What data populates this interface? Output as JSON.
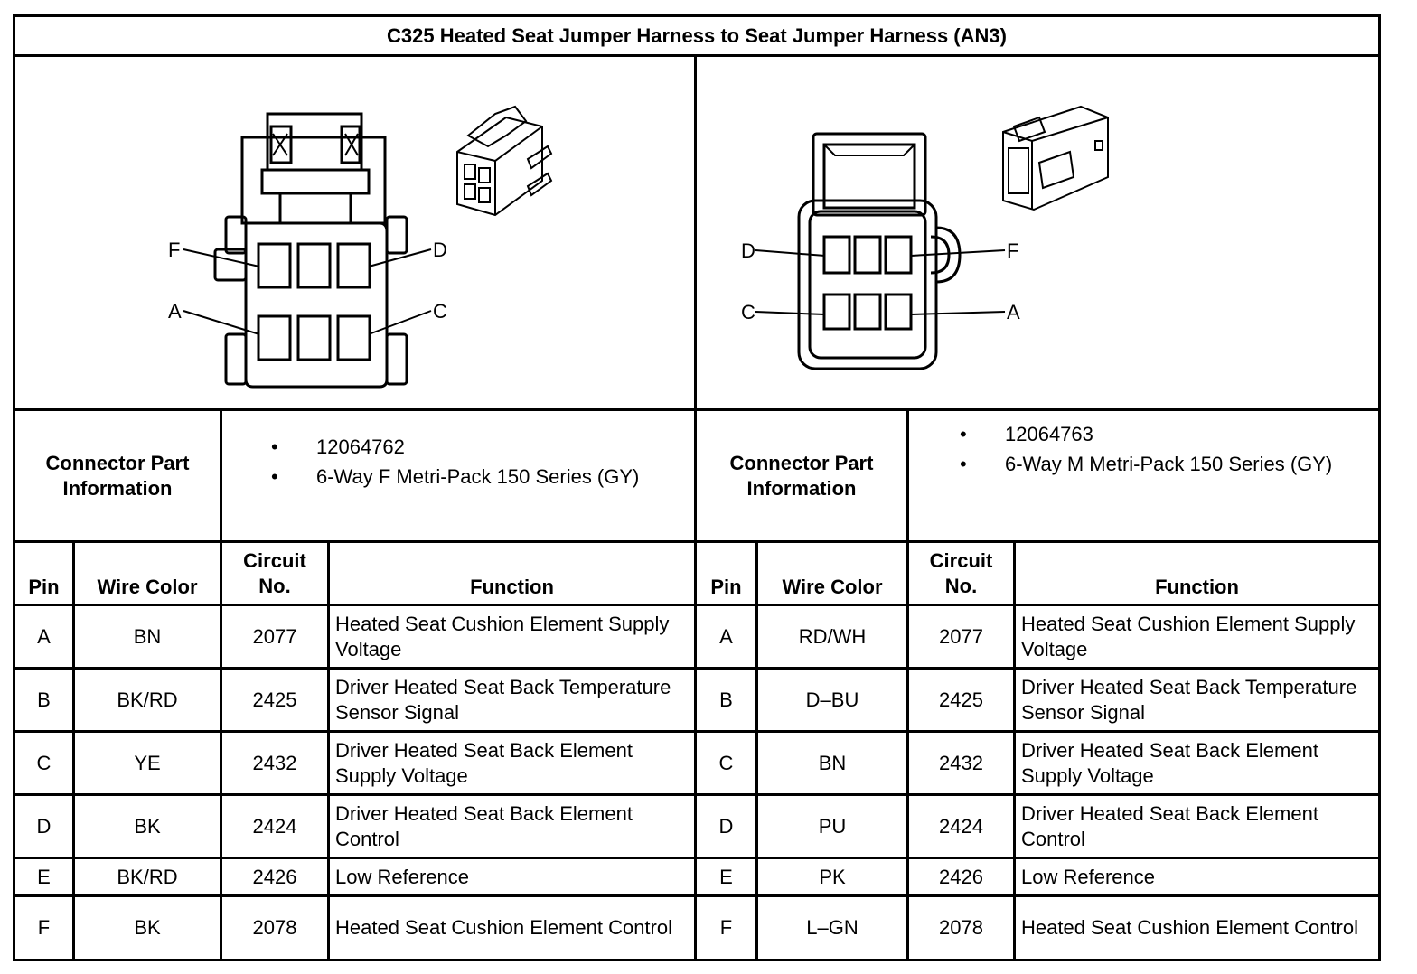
{
  "title": "C325 Heated Seat Jumper Harness to Seat Jumper Harness (AN3)",
  "left": {
    "part_label": "Connector Part Information",
    "part_items": [
      "12064762",
      "6-Way F Metri-Pack 150 Series (GY)"
    ],
    "pin_labels": {
      "top_left": "F",
      "top_right": "D",
      "bottom_left": "A",
      "bottom_right": "C"
    },
    "headers": {
      "pin": "Pin",
      "wire": "Wire Color",
      "circuit": "Circuit No.",
      "function": "Function"
    },
    "rows": [
      {
        "pin": "A",
        "wire": "BN",
        "circuit": "2077",
        "function": "Heated Seat Cushion Element Supply Voltage"
      },
      {
        "pin": "B",
        "wire": "BK/RD",
        "circuit": "2425",
        "function": "Driver Heated Seat Back Temperature Sensor Signal"
      },
      {
        "pin": "C",
        "wire": "YE",
        "circuit": "2432",
        "function": "Driver Heated Seat Back Element Supply Voltage"
      },
      {
        "pin": "D",
        "wire": "BK",
        "circuit": "2424",
        "function": "Driver Heated Seat Back Element Control"
      },
      {
        "pin": "E",
        "wire": "BK/RD",
        "circuit": "2426",
        "function": "Low Reference"
      },
      {
        "pin": "F",
        "wire": "BK",
        "circuit": "2078",
        "function": "Heated Seat Cushion Element Control"
      }
    ]
  },
  "right": {
    "part_label": "Connector Part Information",
    "part_items": [
      "12064763",
      "6-Way M Metri-Pack 150 Series (GY)"
    ],
    "pin_labels": {
      "top_left": "D",
      "top_right": "F",
      "bottom_left": "C",
      "bottom_right": "A"
    },
    "headers": {
      "pin": "Pin",
      "wire": "Wire Color",
      "circuit": "Circuit No.",
      "function": "Function"
    },
    "rows": [
      {
        "pin": "A",
        "wire": "RD/WH",
        "circuit": "2077",
        "function": "Heated Seat Cushion Element Supply Voltage"
      },
      {
        "pin": "B",
        "wire": "D–BU",
        "circuit": "2425",
        "function": "Driver Heated Seat Back Temperature Sensor Signal"
      },
      {
        "pin": "C",
        "wire": "BN",
        "circuit": "2432",
        "function": "Driver Heated Seat Back Element Supply Voltage"
      },
      {
        "pin": "D",
        "wire": "PU",
        "circuit": "2424",
        "function": "Driver Heated Seat Back Element Control"
      },
      {
        "pin": "E",
        "wire": "PK",
        "circuit": "2426",
        "function": "Low Reference"
      },
      {
        "pin": "F",
        "wire": "L–GN",
        "circuit": "2078",
        "function": "Heated Seat Cushion Element Control"
      }
    ]
  }
}
